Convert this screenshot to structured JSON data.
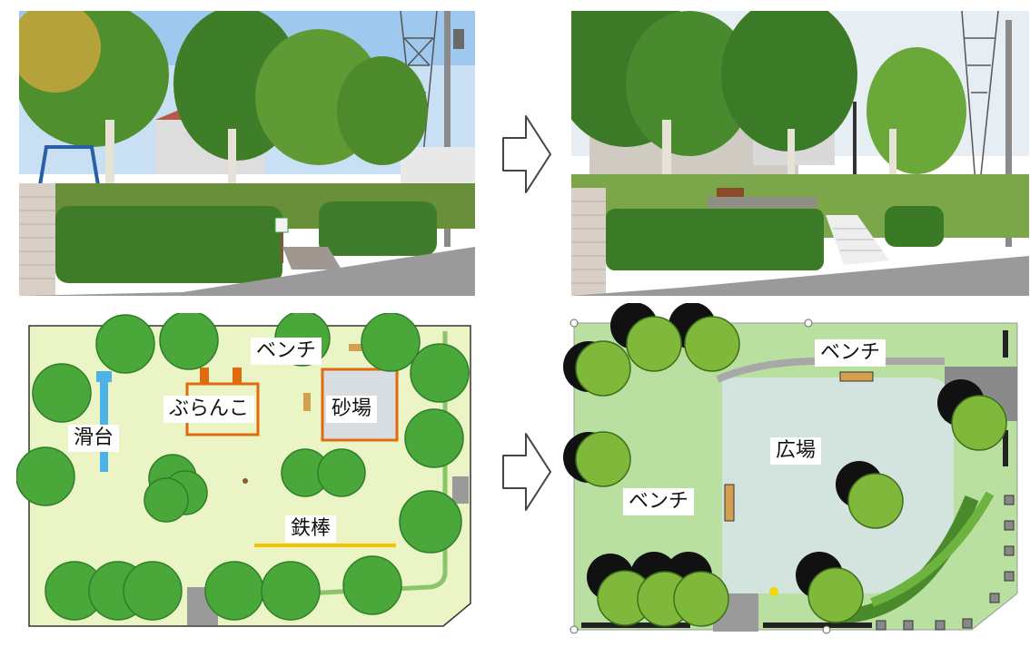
{
  "before_plan": {
    "labels": {
      "bench": "ベンチ",
      "swing": "ぶらんこ",
      "sandbox": "砂場",
      "slide": "滑台",
      "iron_bar": "鉄棒"
    }
  },
  "after_plan": {
    "labels": {
      "bench_top": "ベンチ",
      "plaza": "広場",
      "bench_left": "ベンチ"
    }
  },
  "colors": {
    "lawn_before": "#eaf4c4",
    "lawn_after": "#b9e0a0",
    "plaza": "#d3e4de",
    "tree": "#4aa83a",
    "tree_dark": "#2f7d2a",
    "sky": "#bcd9f2",
    "hedge": "#3f7d2c",
    "path": "#9a9a9a",
    "swing": "#e06a10",
    "iron_bar": "#f5c400"
  },
  "icons": [
    "right-arrow-icon",
    "right-arrow-icon"
  ]
}
